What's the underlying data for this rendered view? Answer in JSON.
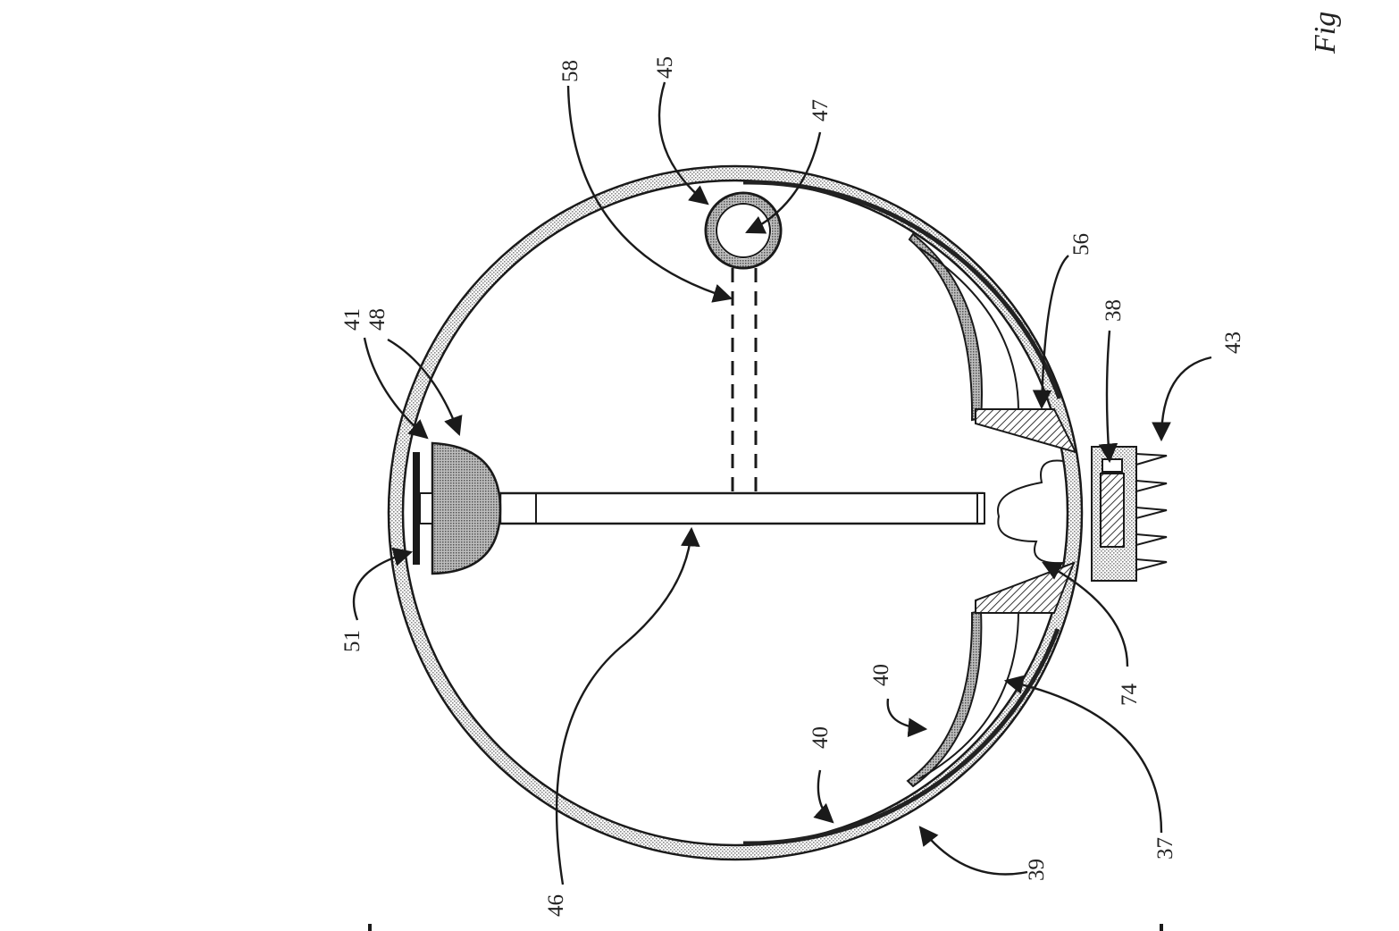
{
  "figure": {
    "title": "Fig",
    "colors": {
      "line": "#1a1a1a",
      "stipple": "#c8c8c8",
      "hatch": "#555555",
      "background": "#ffffff"
    },
    "labels": {
      "r37": "37",
      "r38": "38",
      "r39": "39",
      "r40a": "40",
      "r40b": "40",
      "r41": "41",
      "r43": "43",
      "r45": "45",
      "r46": "46",
      "r47": "47",
      "r48": "48",
      "r51": "51",
      "r56": "56",
      "r58": "58",
      "r74": "74"
    },
    "parts": [
      {
        "ref": "37",
        "name": "inner support arc"
      },
      {
        "ref": "38",
        "name": "hatched block"
      },
      {
        "ref": "39",
        "name": "outer shell"
      },
      {
        "ref": "40",
        "name": "curved vane"
      },
      {
        "ref": "41",
        "name": "base plate"
      },
      {
        "ref": "43",
        "name": "toothed connector"
      },
      {
        "ref": "45",
        "name": "ring"
      },
      {
        "ref": "46",
        "name": "shaft"
      },
      {
        "ref": "47",
        "name": "ring bore"
      },
      {
        "ref": "48",
        "name": "dome cap"
      },
      {
        "ref": "51",
        "name": "end bar"
      },
      {
        "ref": "56",
        "name": "wedge support"
      },
      {
        "ref": "58",
        "name": "hidden channel"
      },
      {
        "ref": "74",
        "name": "curved lobe"
      }
    ]
  }
}
